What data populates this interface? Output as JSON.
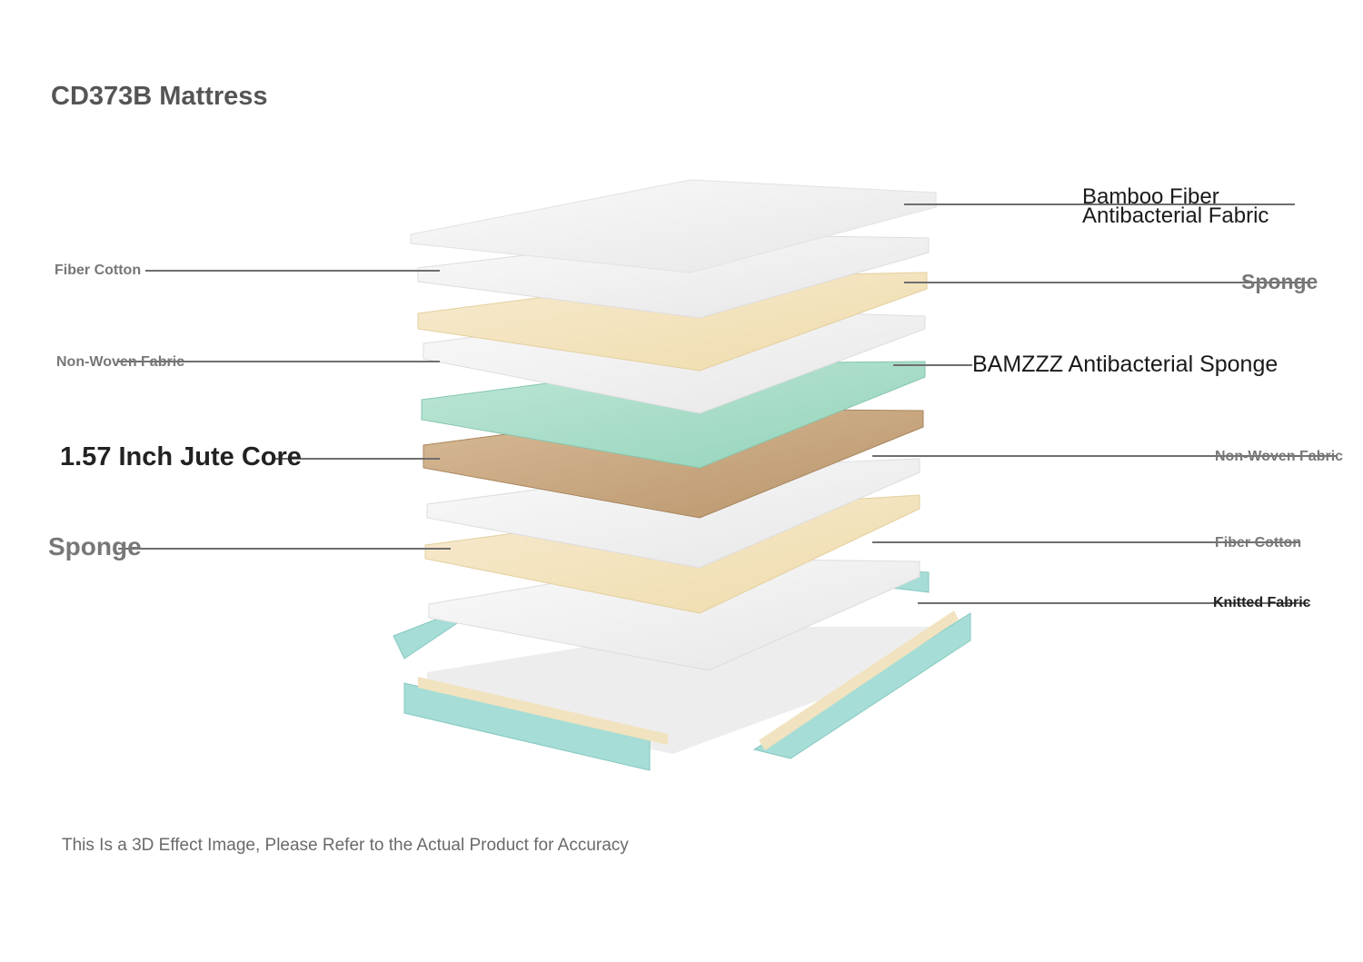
{
  "title": "CD373B Mattress",
  "caption": "This Is a 3D Effect Image, Please Refer to the Actual Product for Accuracy",
  "layers": {
    "bamboo_line1": "Bamboo Fiber",
    "bamboo_line2": "Antibacterial Fabric",
    "sponge_right": "Sponge",
    "bamzzz": "BAMZZZ Antibacterial Sponge",
    "nonwoven_right": "Non-Woven Fabric",
    "fiber_cotton_right": "Fiber Cotton",
    "knitted": "Knitted Fabric",
    "fiber_cotton_left": "Fiber Cotton",
    "nonwoven_left": "Non-Woven Fabric",
    "jute": "1.57 Inch Jute Core",
    "sponge_left": "Sponge"
  },
  "colors": {
    "white_layer": "#f2f2f2",
    "sponge_layer": "#f3e3bf",
    "green_layer": "#a9dcc7",
    "jute_layer": "#c9a881",
    "frame_teal": "#a6ddd6",
    "leader_line": "#6e6e6e"
  }
}
